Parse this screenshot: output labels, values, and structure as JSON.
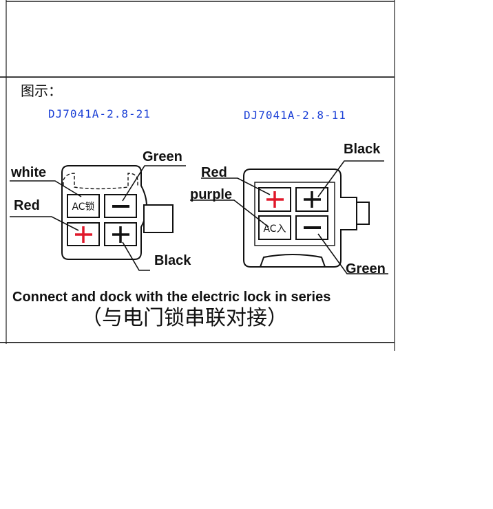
{
  "heading": "图示：",
  "connectors": [
    {
      "model": "DJ7041A-2.8-21",
      "labels": {
        "white": "white",
        "red": "Red",
        "green": "Green",
        "black": "Black"
      },
      "pins": [
        {
          "name": "ac-lock",
          "text": "AC锁"
        },
        {
          "name": "minus",
          "symbol": "minus"
        },
        {
          "name": "plus-red",
          "symbol": "plus",
          "color": "#e0182a"
        },
        {
          "name": "plus-black",
          "symbol": "plus",
          "color": "#111111"
        }
      ]
    },
    {
      "model": "DJ7041A-2.8-11",
      "labels": {
        "black": "Black",
        "red": "Red",
        "purple": "purple",
        "green": "Green"
      },
      "pins": [
        {
          "name": "plus-red",
          "symbol": "plus",
          "color": "#e0182a"
        },
        {
          "name": "plus-black",
          "symbol": "plus",
          "color": "#111111"
        },
        {
          "name": "ac-in",
          "text": "AC入"
        },
        {
          "name": "minus",
          "symbol": "minus"
        }
      ]
    }
  ],
  "caption_en": "Connect and dock with the electric lock in series",
  "caption_cn": "（与电门锁串联对接）",
  "colors": {
    "model_text": "#1a3fd6",
    "positive": "#e0182a",
    "line": "#111111"
  }
}
